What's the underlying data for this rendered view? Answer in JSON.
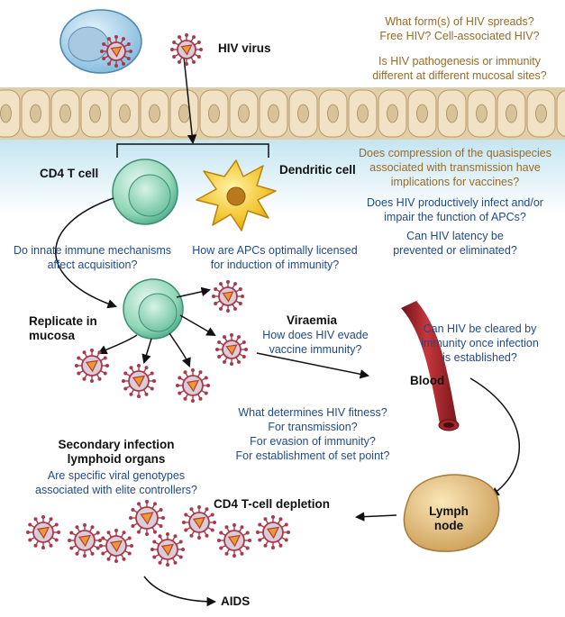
{
  "labels": {
    "hiv_virus": "HIV virus",
    "cd4_t_cell": "CD4 T cell",
    "dendritic_cell": "Dendritic cell",
    "replicate_in_mucosa": [
      "Replicate in",
      "mucosa"
    ],
    "viraemia": "Viraemia",
    "blood": "Blood",
    "secondary_infection": [
      "Secondary infection",
      "lymphoid organs"
    ],
    "cd4_depletion": "CD4 T-cell depletion",
    "lymph_node": [
      "Lymph",
      "node"
    ],
    "aids": "AIDS"
  },
  "questions": {
    "q_spread": [
      "What form(s) of HIV spreads?",
      "Free HIV? Cell-associated HIV?"
    ],
    "q_mucosal": [
      "Is HIV pathogenesis or immunity",
      "different at different mucosal sites?"
    ],
    "q_quasispecies": [
      "Does compression of the quasispecies",
      "associated with transmission have",
      "implications for vaccines?"
    ],
    "q_apc_infect": [
      "Does HIV productively infect and/or",
      "impair the function of APCs?"
    ],
    "q_latency": [
      "Can HIV latency be",
      "prevented or eliminated?"
    ],
    "q_innate": [
      "Do innate immune mechanisms",
      "affect acquisition?"
    ],
    "q_apc_license": [
      "How are APCs optimally licensed",
      "for induction of immunity?"
    ],
    "q_evade": [
      "How does HIV evade",
      "vaccine immunity?"
    ],
    "q_cleared": [
      "Can HIV be cleared by",
      "immunity once infection",
      "is established?"
    ],
    "q_fitness": [
      "What determines HIV fitness?",
      "For transmission?",
      "For evasion of immunity?",
      "For establishment of set point?"
    ],
    "q_genotypes": [
      "Are specific viral genotypes",
      "associated with elite controllers?"
    ]
  },
  "colors": {
    "question_brown": "#9a6a28",
    "question_blue": "#1f4a8a",
    "virus": "#a83a4c",
    "t_cell": "#9fdcc0",
    "dendritic": "#f2c22a",
    "blood_vessel": "#a2282e",
    "lymph_node": "#e8c27a",
    "epithelium": "#f1e2c6"
  }
}
